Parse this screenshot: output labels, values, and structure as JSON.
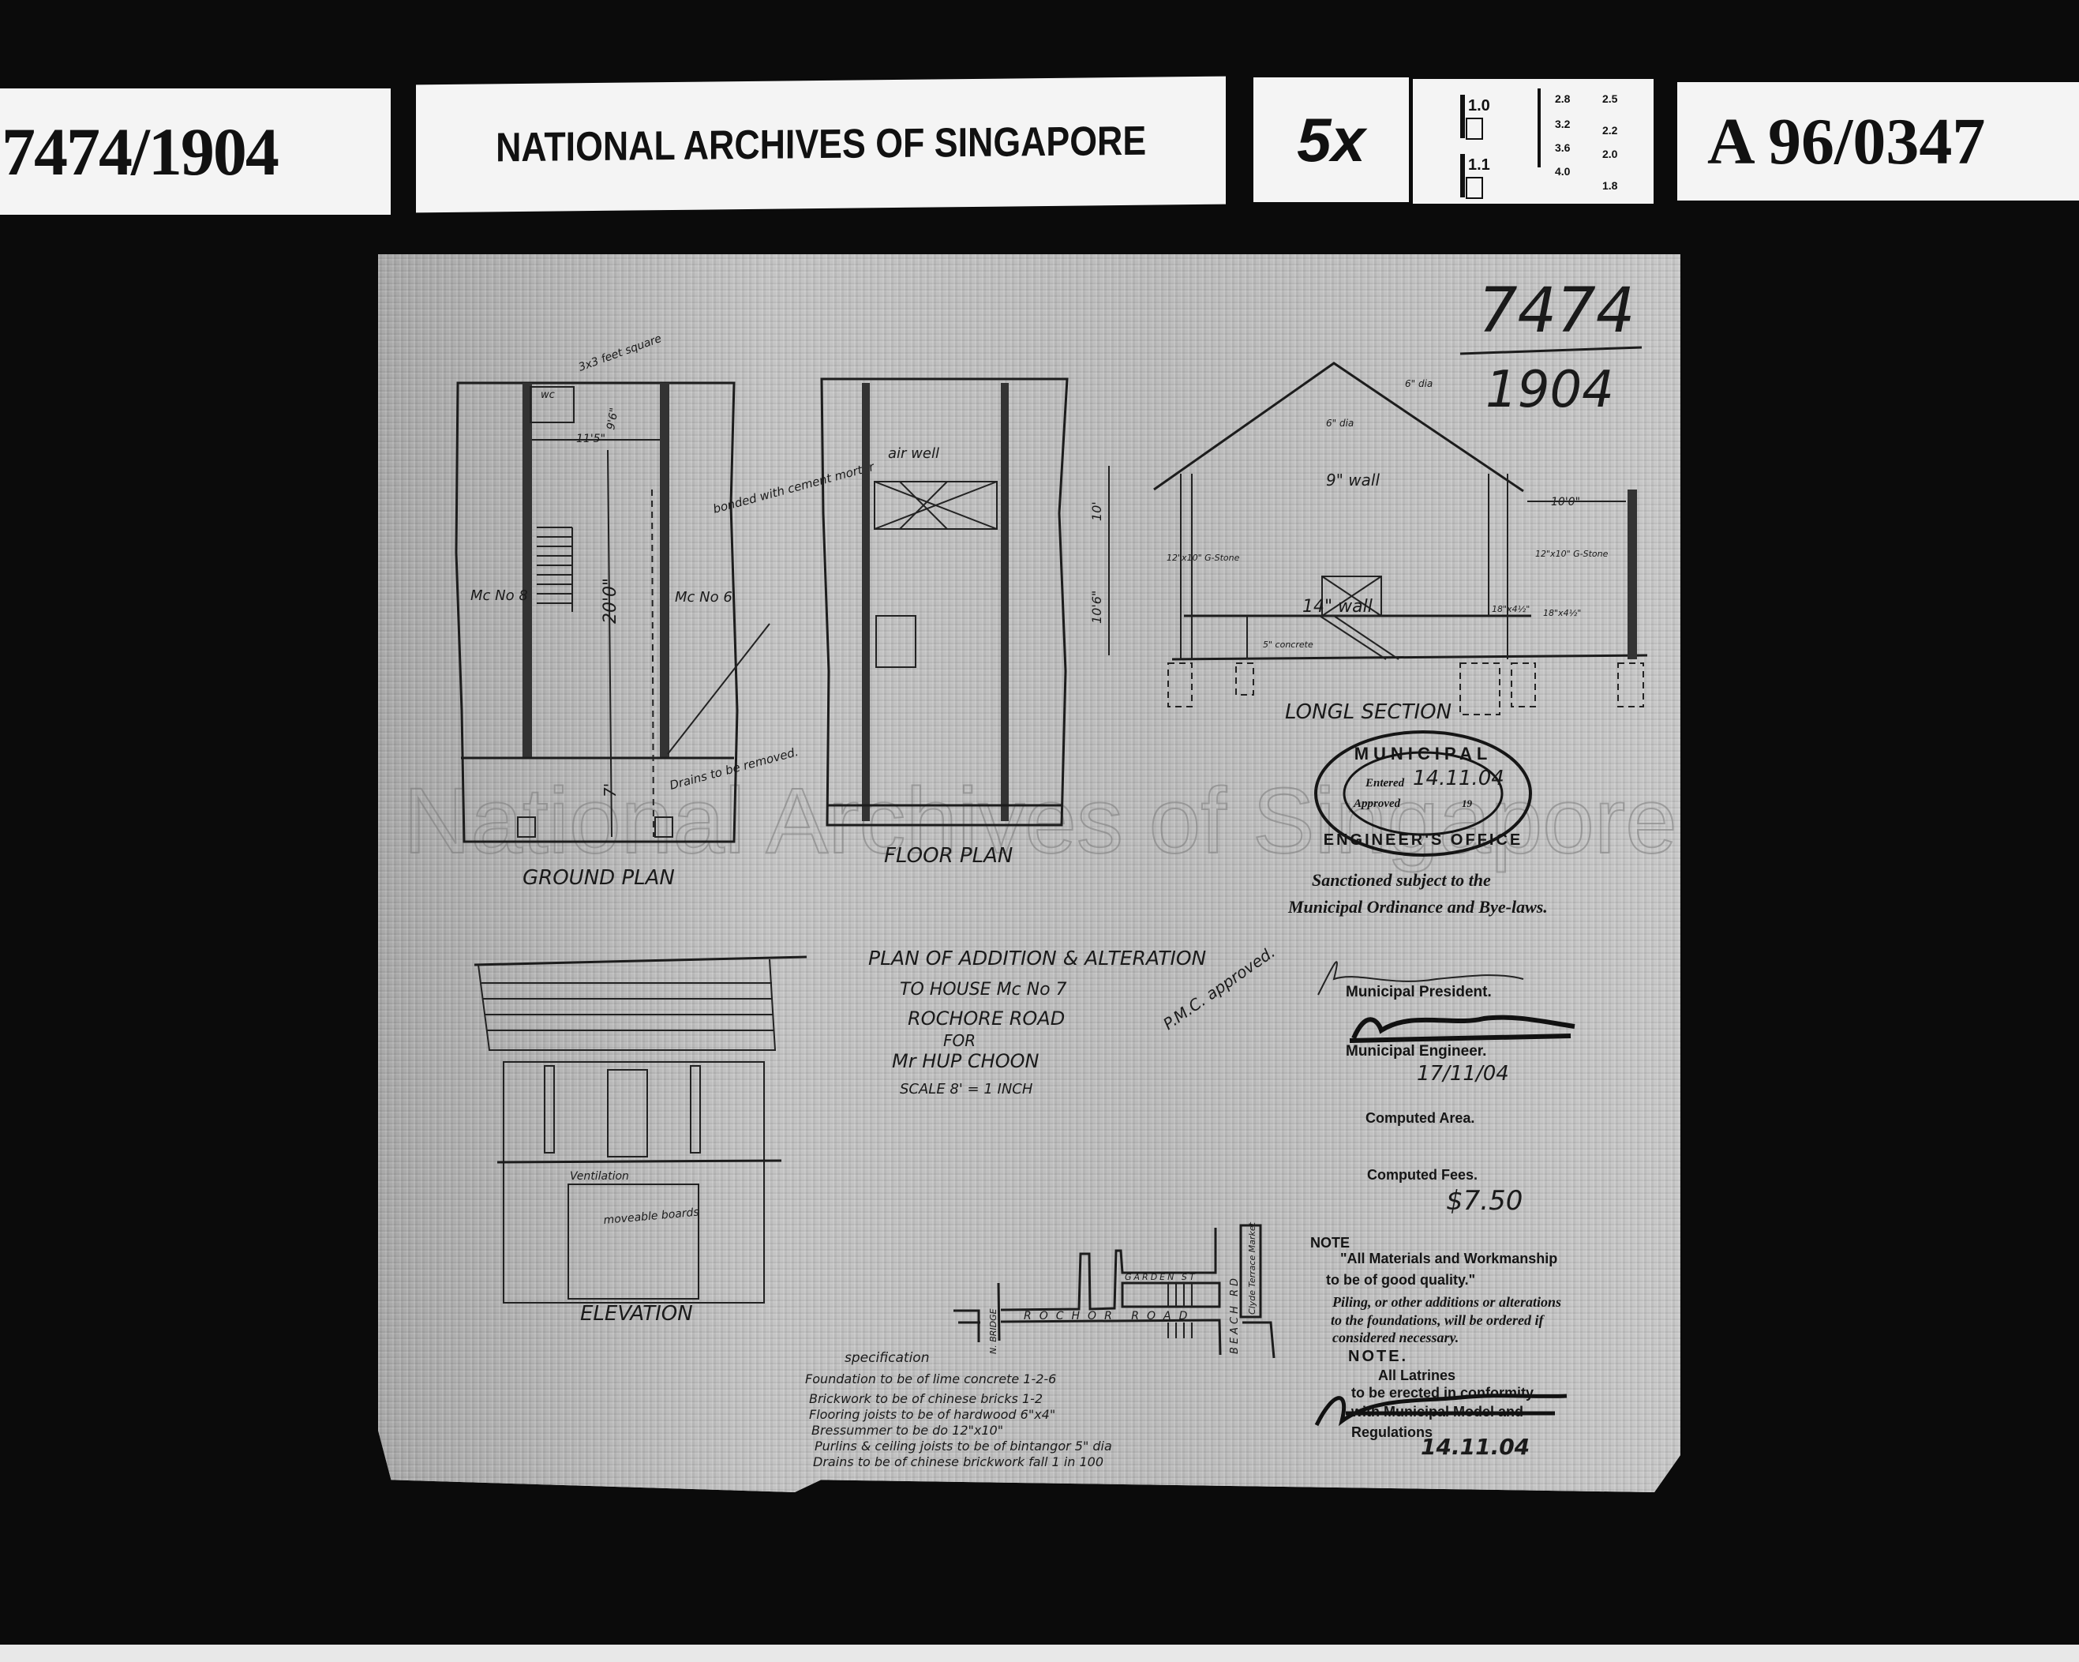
{
  "header_labels": {
    "file_reference": "7474/1904",
    "institution": "NATIONAL ARCHIVES OF SINGAPORE",
    "reduction_ratio": "5x",
    "resolution_chart_values": [
      "1.0",
      "1.1",
      "2.8",
      "2.5",
      "3.2",
      "2.2",
      "3.6",
      "2.0",
      "4.0",
      "1.8"
    ],
    "reel_number": "A 96/0347"
  },
  "watermark": "National Archives of Singapore",
  "document": {
    "file_number": "7474",
    "file_year": "1904",
    "ground_plan": {
      "title": "GROUND PLAN",
      "neighbor_left": "Mc No 8",
      "neighbor_right": "Mc No 6",
      "wc": "wc",
      "dim_width": "11'5\"",
      "dim_length": "20'0\"",
      "dim_rear": "7'",
      "dim_top": "9'6\"",
      "note_square": "3x3 feet square",
      "note_bonded": "bonded with cement mortar",
      "note_drains": "Drains to be removed."
    },
    "floor_plan": {
      "title": "FLOOR PLAN",
      "air_well": "air well"
    },
    "long_section": {
      "title": "LONGL SECTION",
      "upper_wall": "9\" wall",
      "lower_wall": "14\" wall",
      "dia_1": "6\" dia",
      "dia_2": "6\" dia",
      "upper_height": "10'",
      "lower_height": "10'6\"",
      "rear_width": "10'0\"",
      "stone_left": "12\"x10\" G-Stone",
      "stone_right": "12\"x10\" G-Stone",
      "pier_1": "18\"x4½\"",
      "pier_2": "18\"x4½\"",
      "concrete": "5\" concrete"
    },
    "elevation": {
      "title": "ELEVATION",
      "ventilation": "Ventilation",
      "boards": "moveable boards"
    },
    "title_block": {
      "line1": "PLAN OF ADDITION & ALTERATION",
      "line2": "TO HOUSE Mc No 7",
      "line3": "ROCHORE ROAD",
      "line4": "FOR",
      "line5": "Mr HUP CHOON",
      "line6": "SCALE 8' = 1 INCH"
    },
    "pmc_approved": "P.M.C. approved.",
    "stamp": {
      "top": "MUNICIPAL",
      "bottom": "ENGINEER'S OFFICE",
      "entered_label": "Entered",
      "entered_value": "14.11.04",
      "approved_label": "Approved",
      "year_prefix": "19"
    },
    "sanctioned_line1": "Sanctioned subject to the",
    "sanctioned_line2": "Municipal Ordinance and Bye-laws.",
    "president_label": "Municipal President.",
    "engineer_label": "Municipal Engineer.",
    "engineer_date": "17/11/04",
    "computed_area_label": "Computed Area.",
    "computed_fees_label": "Computed Fees.",
    "computed_fees_value": "$7.50",
    "note1_heading": "NOTE",
    "note1_line1": "\"All Materials and Workmanship",
    "note1_line2": "to be of good quality.\"",
    "piling_line1": "Piling, or other additions or alterations",
    "piling_line2": "to the foundations, will be ordered if",
    "piling_line3": "considered necessary.",
    "note2_heading": "NOTE.",
    "note2_line1": "All Latrines",
    "note2_line2": "to be erected in conformity",
    "note2_line3": "with Municipal Model and",
    "note2_line4": "Regulations",
    "final_date": "14.11.04",
    "specification": {
      "heading": "specification",
      "lines": [
        "Foundation to be of lime concrete 1-2-6",
        "Brickwork to be of chinese bricks 1-2",
        "Flooring joists to be of hardwood 6\"x4\"",
        "Bressummer to be    do    12\"x10\"",
        "Purlins & ceiling joists to be of bintangor 5\" dia",
        "Drains to be of chinese brickwork fall 1 in 100"
      ]
    },
    "location_map": {
      "road": "ROCHOR ROAD",
      "street": "GARDEN ST",
      "bridge": "N. BRIDGE",
      "beach_road": "BEACH RD",
      "terrace": "Clyde Terrace Market"
    }
  }
}
